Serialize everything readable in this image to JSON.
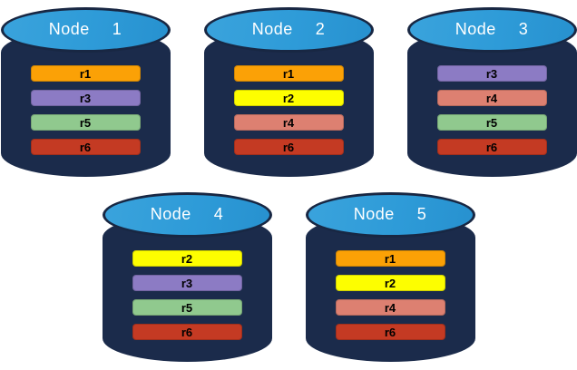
{
  "diagram": {
    "description": "Five database nodes holding colored replica bars",
    "colors": {
      "cylinder_body": "#1b2b4b",
      "cylinder_top": "#2e9bd8",
      "cylinder_outline": "#182743",
      "title_text": "#ffffff",
      "bar_text": "#000000",
      "r1": "#fba106",
      "r2": "#fdfe00",
      "r3": "#8c7bc4",
      "r4": "#dd8071",
      "r5": "#90c98e",
      "r6": "#c43a23"
    },
    "nodes": [
      {
        "label": "Node  1",
        "bars": [
          {
            "label": "r1",
            "color": "#fba106"
          },
          {
            "label": "r3",
            "color": "#8c7bc4"
          },
          {
            "label": "r5",
            "color": "#90c98e"
          },
          {
            "label": "r6",
            "color": "#c43a23"
          }
        ]
      },
      {
        "label": "Node  2",
        "bars": [
          {
            "label": "r1",
            "color": "#fba106"
          },
          {
            "label": "r2",
            "color": "#fdfe00"
          },
          {
            "label": "r4",
            "color": "#dd8071"
          },
          {
            "label": "r6",
            "color": "#c43a23"
          }
        ]
      },
      {
        "label": "Node  3",
        "bars": [
          {
            "label": "r3",
            "color": "#8c7bc4"
          },
          {
            "label": "r4",
            "color": "#dd8071"
          },
          {
            "label": "r5",
            "color": "#90c98e"
          },
          {
            "label": "r6",
            "color": "#c43a23"
          }
        ]
      },
      {
        "label": "Node  4",
        "bars": [
          {
            "label": "r2",
            "color": "#fdfe00"
          },
          {
            "label": "r3",
            "color": "#8c7bc4"
          },
          {
            "label": "r5",
            "color": "#90c98e"
          },
          {
            "label": "r6",
            "color": "#c43a23"
          }
        ]
      },
      {
        "label": "Node  5",
        "bars": [
          {
            "label": "r1",
            "color": "#fba106"
          },
          {
            "label": "r2",
            "color": "#fdfe00"
          },
          {
            "label": "r4",
            "color": "#dd8071"
          },
          {
            "label": "r6",
            "color": "#c43a23"
          }
        ]
      }
    ]
  }
}
